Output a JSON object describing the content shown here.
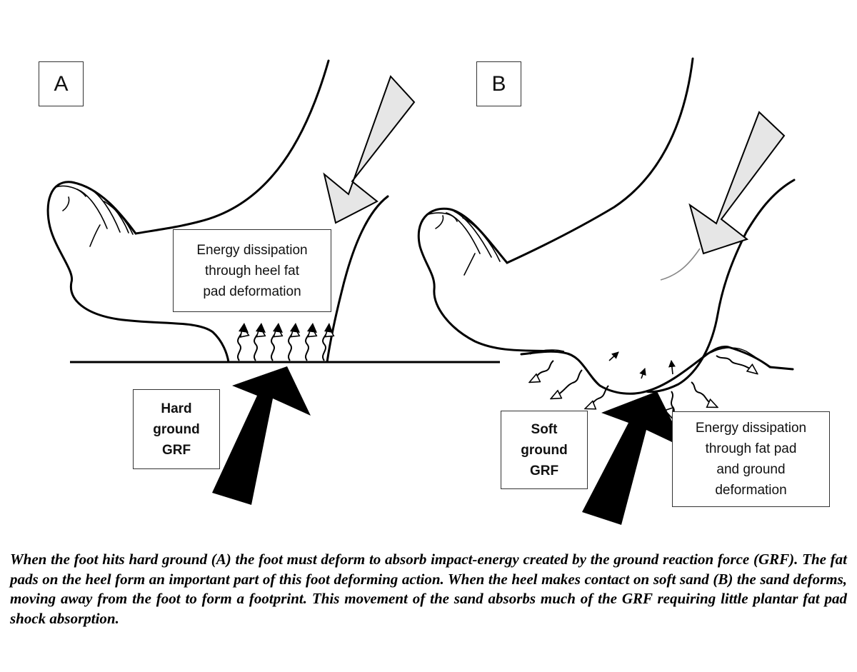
{
  "panels": {
    "a": {
      "letter": "A",
      "note_lines": [
        "Energy dissipation",
        "through heel fat",
        "pad deformation"
      ],
      "grf_lines": [
        "Hard",
        "ground",
        "GRF"
      ]
    },
    "b": {
      "letter": "B",
      "note_lines": [
        "Energy dissipation",
        "through fat pad",
        "and ground",
        "deformation"
      ],
      "grf_lines": [
        "Soft",
        "ground",
        "GRF"
      ]
    }
  },
  "caption": "When the foot hits hard ground (A) the foot must deform to absorb impact-energy created by the ground reaction force (GRF). The fat pads on the heel form an important part of this foot deforming action. When the heel makes contact on soft sand (B) the sand deforms, moving away from the foot to form a footprint. This movement of the sand absorbs much of the GRF requiring little plantar fat pad shock absorption.",
  "colors": {
    "line": "#000000",
    "impact_arrow_fill": "#e6e6e6",
    "grf_arrow_fill": "#000000"
  },
  "icons": {
    "wave_arrow": "wavy-arrow-icon",
    "impact_arrow": "grey-block-arrow-icon",
    "grf_arrow": "black-block-arrow-icon"
  }
}
